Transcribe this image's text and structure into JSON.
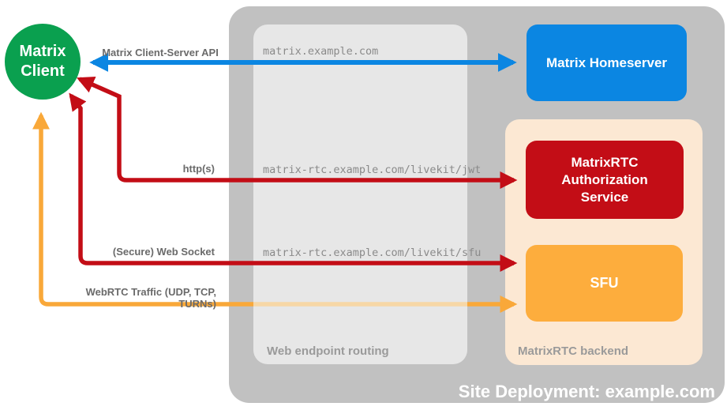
{
  "client": {
    "line1": "Matrix",
    "line2": "Client",
    "color": "#0aa04f"
  },
  "homeserver": {
    "label": "Matrix Homeserver",
    "color": "#0b86e2"
  },
  "auth_service": {
    "label": "MatrixRTC Authorization Service",
    "color": "#c30d16"
  },
  "sfu": {
    "label": "SFU",
    "color": "#fdad3d"
  },
  "containers": {
    "site_caption": "Site Deployment: example.com",
    "site_color": "#c1c1c1",
    "routing_caption": "Web endpoint routing",
    "routing_color": "#e7e7e7",
    "backend_caption": "MatrixRTC backend",
    "backend_color": "#fce8d3"
  },
  "routes": {
    "homeserver": "matrix.example.com",
    "jwt": "matrix-rtc.example.com/livekit/jwt",
    "sfu": "matrix-rtc.example.com/livekit/sfu"
  },
  "arrows": {
    "client_server_api": {
      "label": "Matrix Client-Server API",
      "color": "#0b86e2",
      "bidirectional": true
    },
    "http": {
      "label": "http(s)",
      "color": "#c30d16",
      "bidirectional": true
    },
    "websocket": {
      "label": "(Secure) Web Socket",
      "color": "#c30d16",
      "bidirectional": true
    },
    "webrtc": {
      "label": "WebRTC Traffic (UDP, TCP, TURNs)",
      "color": "#f9a839",
      "faded_color": "#f7d7a6",
      "bidirectional": true
    }
  }
}
